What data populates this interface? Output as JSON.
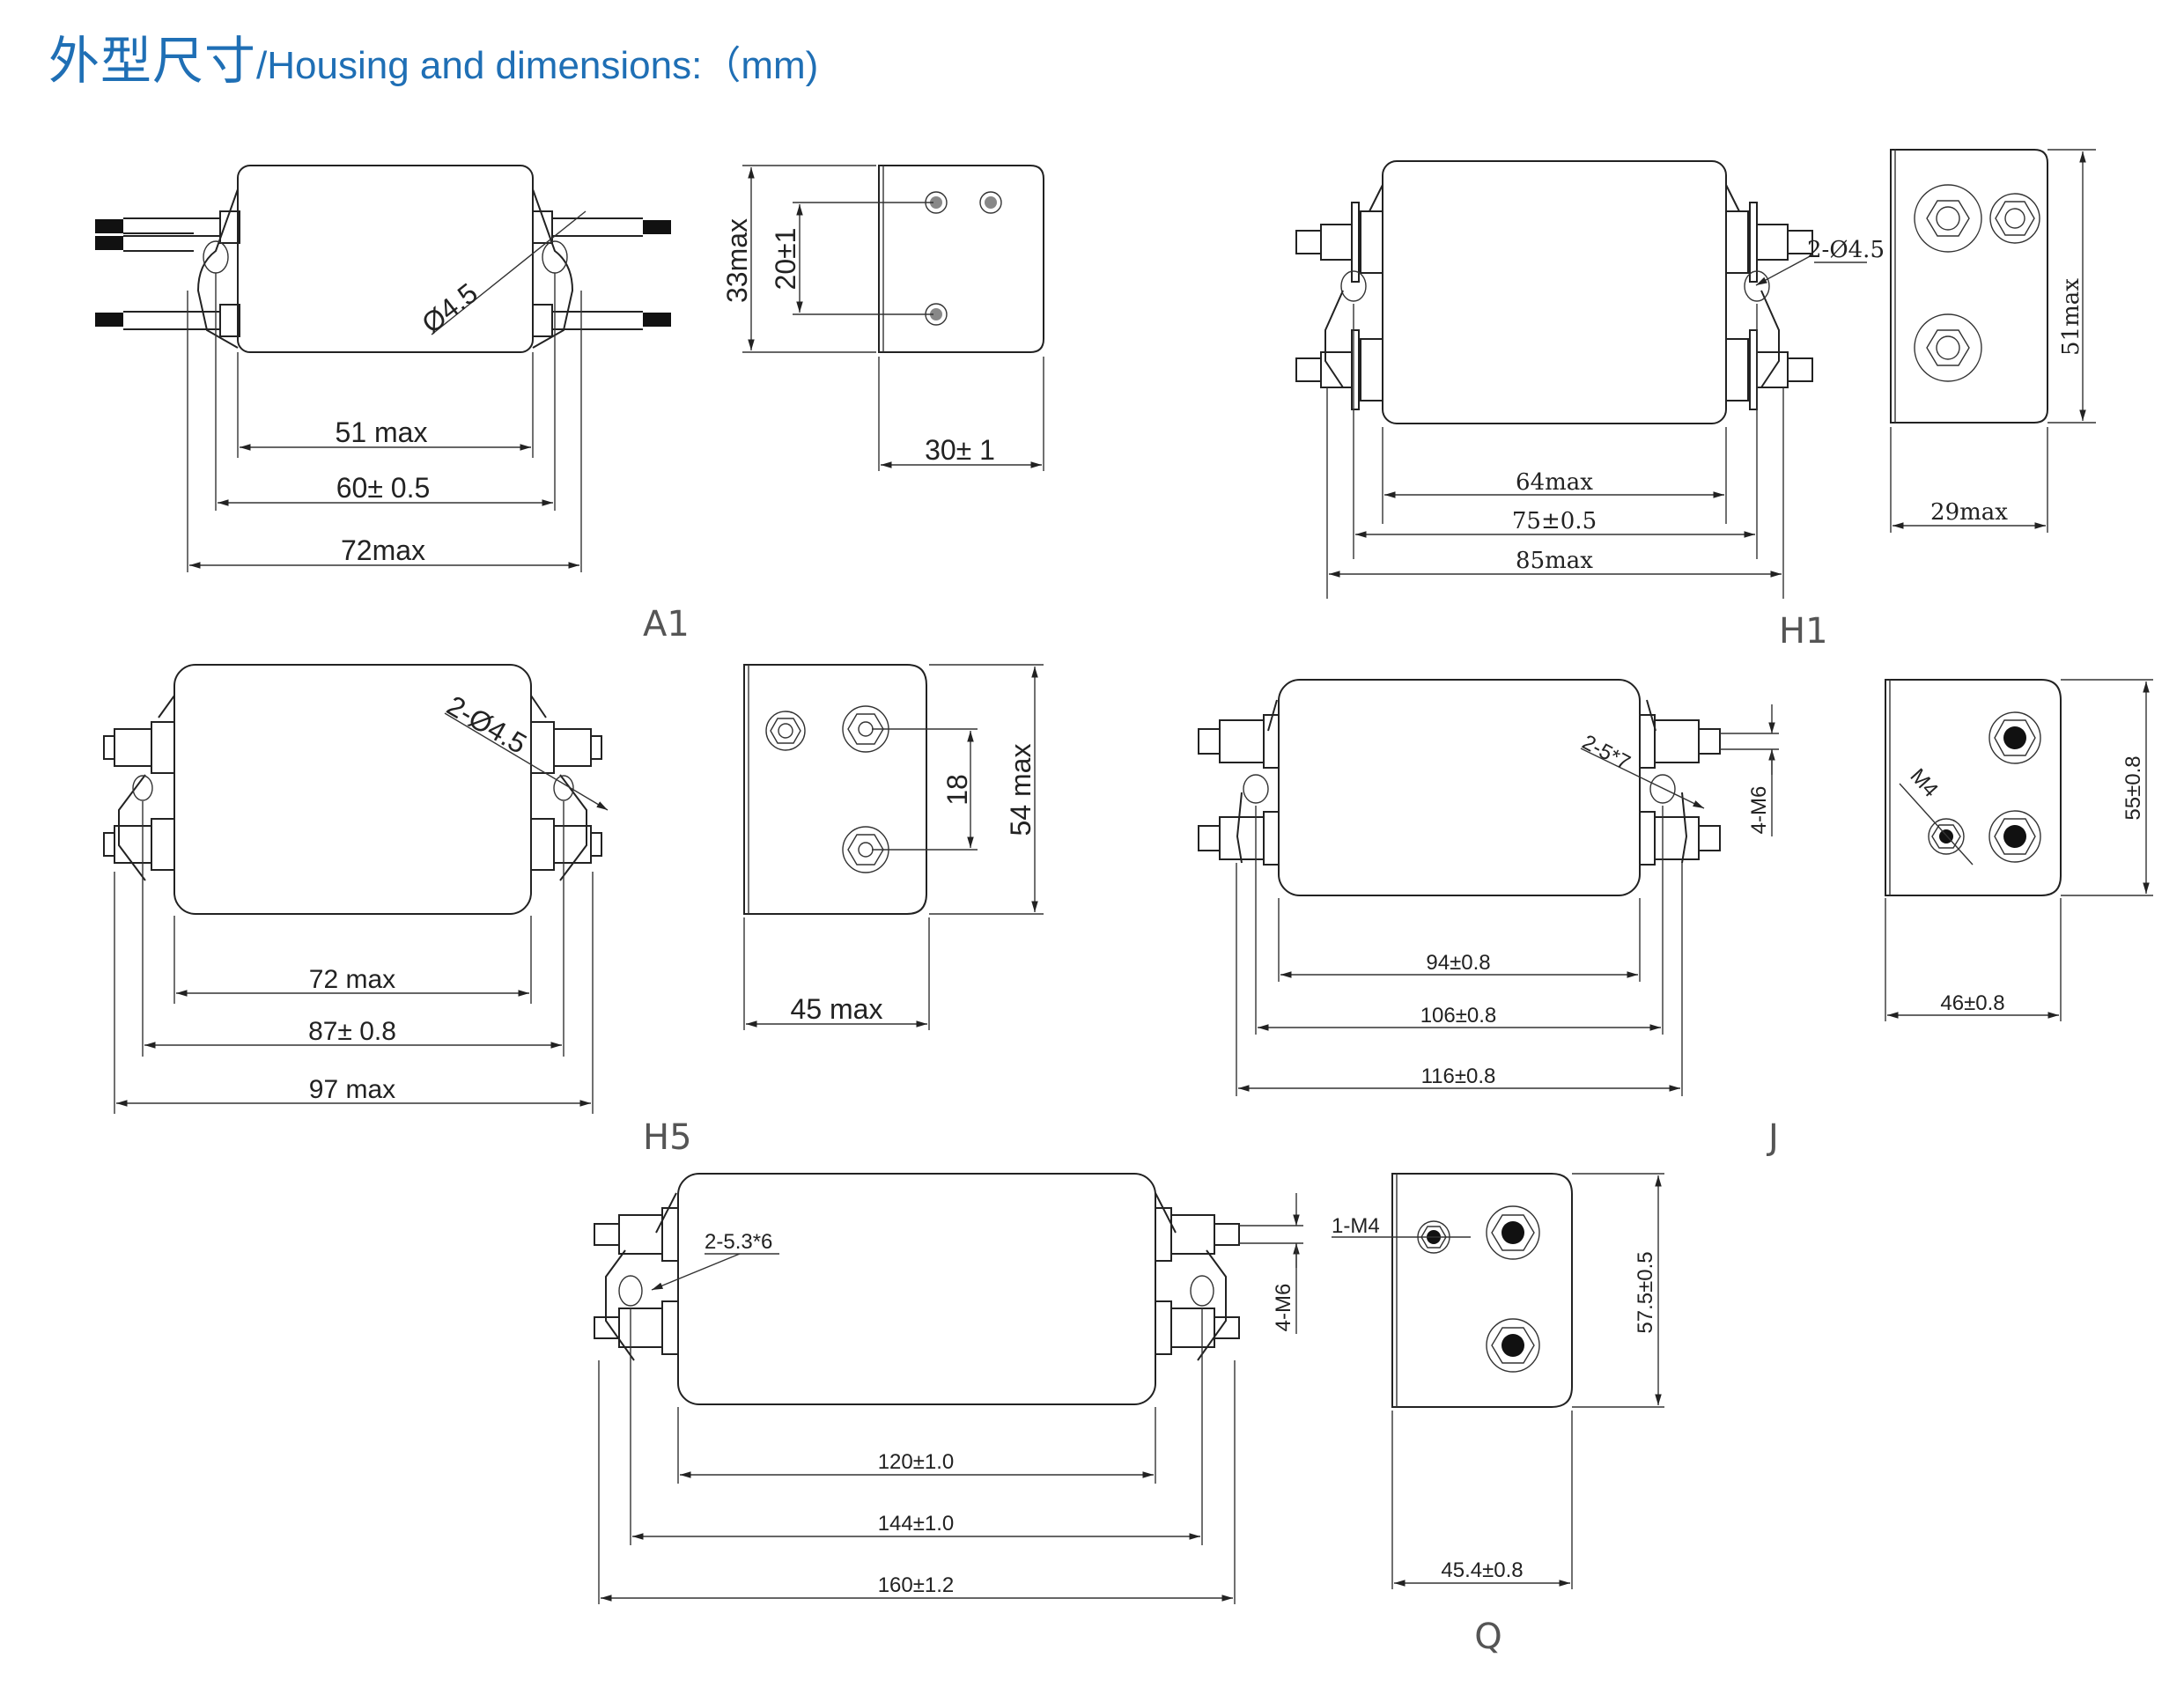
{
  "header": {
    "title_zh": "外型尺寸",
    "title_sep": "/",
    "title_en": "Housing and dimensions:（mm)"
  },
  "colors": {
    "title": "#1f6fb5",
    "label": "#555555",
    "line": "#222222"
  },
  "units": "mm",
  "drawings": {
    "A1": {
      "label": "A1",
      "front": {
        "hole": "Ø4.5",
        "dims": [
          "51 max",
          "60± 0.5",
          "72max"
        ]
      },
      "side": {
        "dims_v": [
          "33max",
          "20±1"
        ],
        "dims_h": [
          "30± 1"
        ]
      }
    },
    "H1": {
      "label": "H1",
      "front": {
        "hole": "2-Ø4.5",
        "dims": [
          "64max",
          "75±0.5",
          "85max"
        ]
      },
      "side": {
        "dims_v": [
          "51max"
        ],
        "dims_h": [
          "29max"
        ]
      }
    },
    "H5_small": {
      "label": "H5",
      "front": {
        "hole": "2-Ø4.5",
        "dims": [
          "72 max",
          "87± 0.8",
          "97 max"
        ]
      },
      "side": {
        "dims_v": [
          "18",
          "54 max"
        ],
        "dims_h": [
          "45 max"
        ]
      }
    },
    "J": {
      "label": "J",
      "front": {
        "hole": "2-5*7",
        "thread": "4-M6",
        "dims": [
          "94±0.8",
          "106±0.8",
          "116±0.8"
        ]
      },
      "side": {
        "thread": "M4",
        "dims_v": [
          "55±0.8"
        ],
        "dims_h": [
          "46±0.8"
        ]
      }
    },
    "H5_large": {
      "front": {
        "hole": "2-5.3*6",
        "thread": "4-M6",
        "dims": [
          "120±1.0",
          "144±1.0",
          "160±1.2"
        ]
      }
    },
    "Q": {
      "label": "Q",
      "side": {
        "thread": "1-M4",
        "dims_v": [
          "57.5±0.5"
        ],
        "dims_h": [
          "45.4±0.8"
        ]
      }
    }
  }
}
